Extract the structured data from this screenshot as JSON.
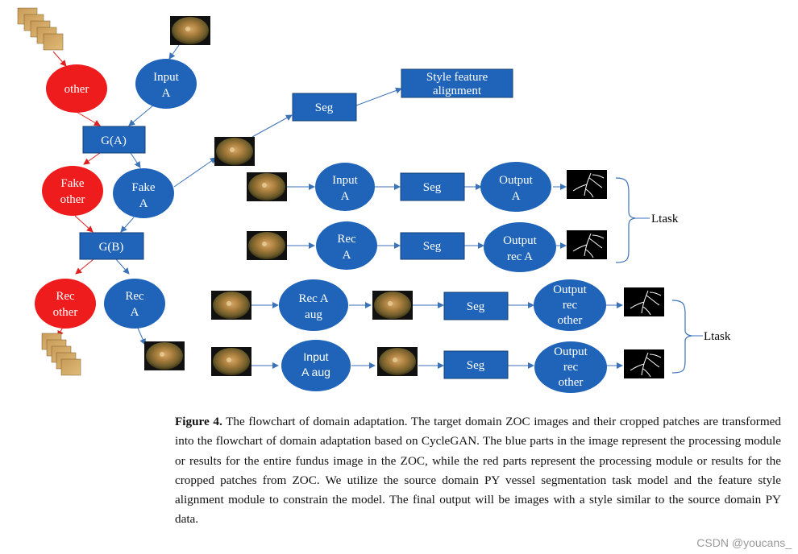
{
  "nodes": {
    "other": "other",
    "input_a": [
      "Input",
      "A"
    ],
    "g_a": "G(A)",
    "fake_other": [
      "Fake",
      "other"
    ],
    "fake_a": [
      "Fake",
      "A"
    ],
    "g_b": "G(B)",
    "rec_other": [
      "Rec",
      "other"
    ],
    "rec_a": [
      "Rec",
      "A"
    ],
    "seg": "Seg",
    "style_feature": [
      "Style feature",
      "alignment"
    ],
    "input_a_2": [
      "Input",
      "A"
    ],
    "output_a": [
      "Output",
      "A"
    ],
    "rec_a_2": [
      "Rec",
      "A"
    ],
    "output_rec_a": [
      "Output",
      "rec A"
    ],
    "rec_a_aug": [
      "Rec A",
      "aug"
    ],
    "input_a_aug": [
      "Input",
      "A aug"
    ],
    "output_rec_other": [
      "Output",
      "rec",
      "other"
    ]
  },
  "ltask_label": "Ltask",
  "caption": {
    "label": "Figure 4.",
    "text": "The flowchart of domain adaptation. The target domain ZOC images and their cropped patches are transformed into the flowchart of domain adaptation based on CycleGAN. The blue parts in the image represent the processing module or results for the entire fundus image in the ZOC, while the red parts represent the processing module or results for the cropped patches from ZOC. We utilize the source domain PY vessel segmentation task model and the feature style alignment module to constrain the model. The final output will be images with a style similar to the source domain PY data."
  },
  "watermark": "CSDN @youcans_",
  "colors": {
    "blue": "#1f64b8",
    "red": "#ee1c1c",
    "arrow_blue": "#3b72b8",
    "arrow_red": "#e02020"
  }
}
